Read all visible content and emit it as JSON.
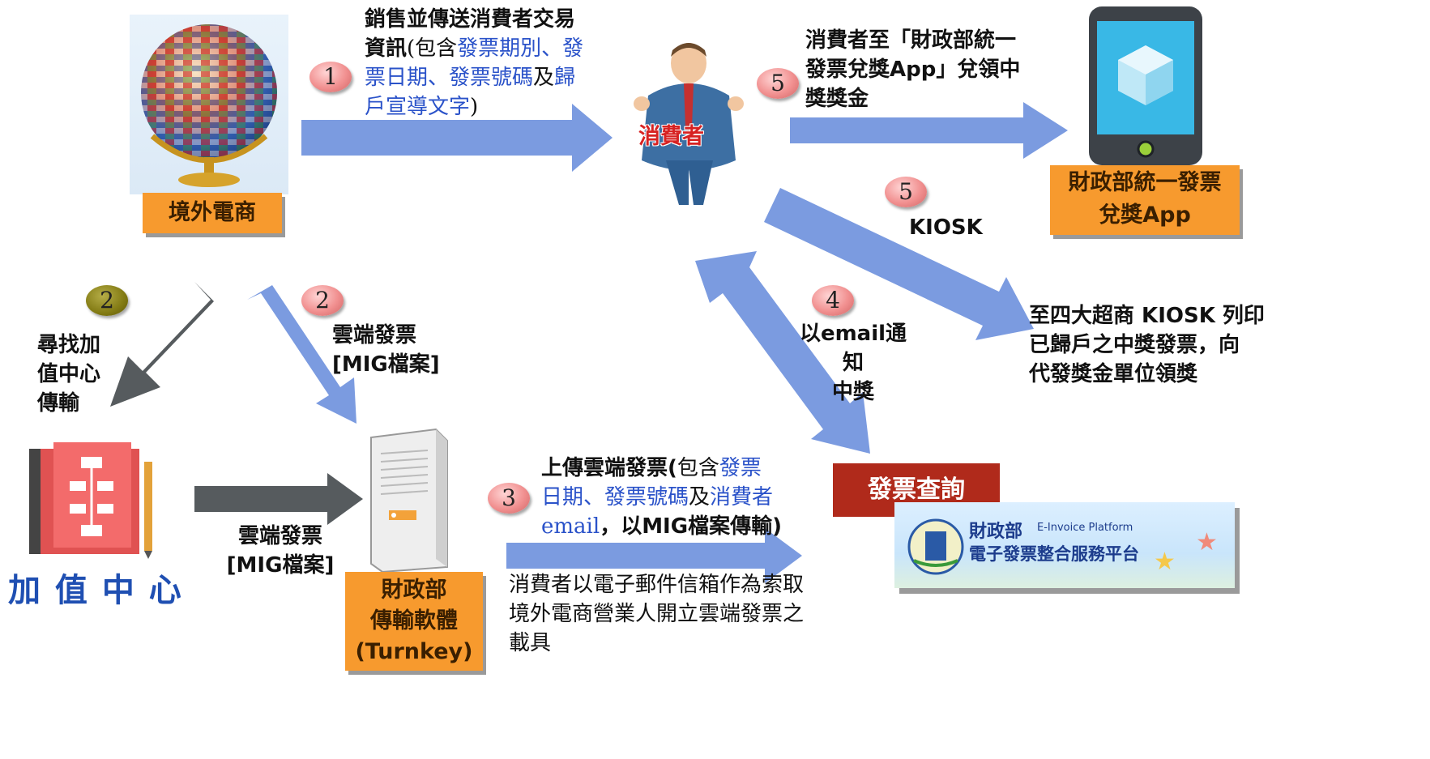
{
  "nodes": {
    "overseas_ecommerce": "境外電商",
    "consumer_label": "消費者",
    "value_added_center": "加 值 中 心",
    "turnkey_line1": "財政部",
    "turnkey_line2": "傳輸軟體",
    "turnkey_line3": "(Turnkey)",
    "app_line1": "財政部統一發票",
    "app_line2": "兌獎App",
    "invoice_query": "發票查詢",
    "platform_logo_zh": "財政部",
    "platform_logo_en": "E-Invoice Platform",
    "platform_logo_name": "電子發票整合服務平台"
  },
  "steps": {
    "step1": {
      "number": "1",
      "part1": "銷售並傳送消費者交易",
      "part2": "資訊",
      "part3": "(包含",
      "part4": "發票期別、發",
      "part5": "票日期、發票號碼",
      "part6": "及",
      "part7": "歸",
      "part8": "戶宣導文字",
      "part9": ")"
    },
    "step2a": {
      "number": "2",
      "line1": "尋找加",
      "line2": "值中心",
      "line3": "傳輸"
    },
    "step2b": {
      "number": "2",
      "line1": "雲端發票",
      "line2": "[MIG檔案]"
    },
    "step2c": {
      "line1": "雲端發票",
      "line2": "[MIG檔案]"
    },
    "step3": {
      "number": "3",
      "part1": "上傳雲端發票(",
      "part2": "包含",
      "part3": "發票",
      "part4": "日期、發票號碼",
      "part5": "及",
      "part6": "消費者",
      "part7": "email",
      "part8": "，以MIG檔案傳輸)"
    },
    "step3_note": {
      "line1": "消費者以電子郵件信箱作為索取",
      "line2": "境外電商營業人開立雲端發票之",
      "line3": "載具"
    },
    "step4": {
      "number": "4",
      "line1": "以email通知",
      "line2": "中獎"
    },
    "step5a": {
      "number": "5",
      "line1": "消費者至「財政部統一",
      "line2": "發票兌獎App」兌領中",
      "line3": "獎獎金"
    },
    "step5b": {
      "number": "5",
      "label": "KIOSK"
    },
    "step5b_note": {
      "line1": "至四大超商 KIOSK 列印",
      "line2": "已歸戶之中獎發票，向",
      "line3": "代發獎金單位領獎"
    }
  },
  "colors": {
    "blue_arrow": "#7b9be0",
    "dark_arrow": "#565b5e",
    "orange_box": "#f79a2e",
    "query_box": "#b02a1b",
    "blue_text": "#2a52c9"
  }
}
